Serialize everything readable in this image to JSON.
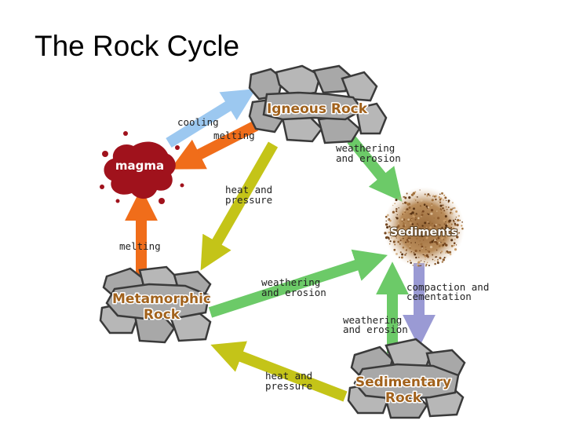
{
  "title": "The Rock Cycle",
  "nodes": {
    "igneous": "Igneous Rock",
    "magma": "magma",
    "sediments": "Sediments",
    "metamorphic_line1": "Metamorphic",
    "metamorphic_line2": "Rock",
    "sedimentary_line1": "Sedimentary",
    "sedimentary_line2": "Rock"
  },
  "processes": {
    "cooling": "cooling",
    "melting_top": "melting",
    "weathering_top_1": "weathering",
    "weathering_top_2": "and erosion",
    "heat_top_1": "heat and",
    "heat_top_2": "pressure",
    "melting_left": "melting",
    "weathering_mid_1": "weathering",
    "weathering_mid_2": "and erosion",
    "compaction_1": "compaction and",
    "compaction_2": "cementation",
    "weathering_low_1": "weathering",
    "weathering_low_2": "and erosion",
    "heat_bottom_1": "heat and",
    "heat_bottom_2": "pressure"
  },
  "colors": {
    "igneous_label": "#a2621c",
    "metamorphic_label": "#a2621c",
    "sedimentary_label": "#a2621c",
    "magma": "#a0121c",
    "cooling_arrow": "#9cc8f0",
    "melting_arrow": "#f06d1a",
    "heat_arrow": "#c4c418",
    "weathering_arrow": "#6cca68",
    "compaction_arrow": "#9a9ad4"
  }
}
